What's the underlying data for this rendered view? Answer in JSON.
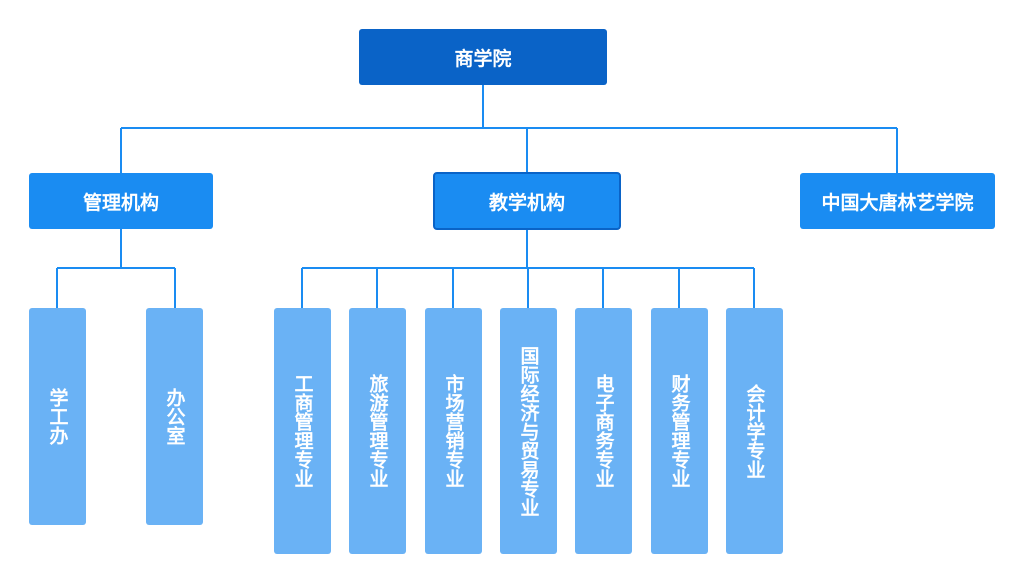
{
  "root": {
    "label": "商学院"
  },
  "level2": [
    {
      "label": "管理机构"
    },
    {
      "label": "教学机构"
    },
    {
      "label": "中国大唐林艺学院"
    }
  ],
  "management_units": [
    {
      "label": "学工办"
    },
    {
      "label": "办公室"
    }
  ],
  "teaching_units": [
    {
      "label": "工商管理专业"
    },
    {
      "label": "旅游管理专业"
    },
    {
      "label": "市场营销专业"
    },
    {
      "label": "国际经济与贸易专业"
    },
    {
      "label": "电子商务专业"
    },
    {
      "label": "财务管理专业"
    },
    {
      "label": "会计学专业"
    }
  ],
  "colors": {
    "root": "#0a63c7",
    "level2": "#1a8cf2",
    "leaf": "#6ab2f5",
    "connector": "#1a8cf2"
  }
}
